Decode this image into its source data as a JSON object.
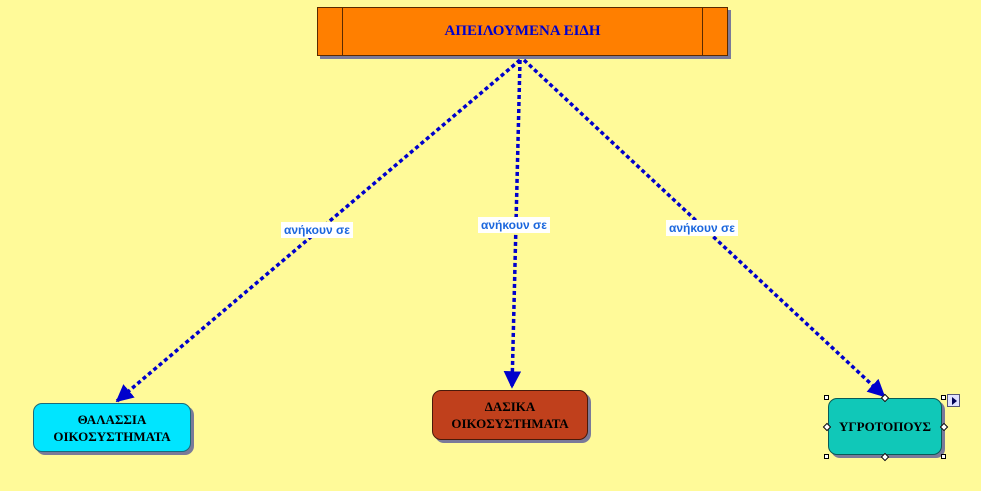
{
  "root": {
    "label": "ΑΠΕΙΛΟΥΜΕΝΑ ΕΙΔΗ"
  },
  "edges": [
    {
      "label": "ανήκουν σε"
    },
    {
      "label": "ανήκουν σε"
    },
    {
      "label": "ανήκουν σε"
    }
  ],
  "nodes": [
    {
      "label": "ΘΑΛΑΣΣΙΑ\nΟΙΚΟΣΥΣΤΗΜΑΤΑ"
    },
    {
      "label": "ΔΑΣΙΚΑ\nΟΙΚΟΣΥΣΤΗΜΑΤΑ"
    },
    {
      "label": "ΥΓΡΟΤΟΠΟΥΣ"
    }
  ],
  "colors": {
    "background": "#fffa99",
    "root_fill": "#ff7f00",
    "root_text": "#0000cc",
    "edge": "#0000cc",
    "edge_label_text": "#1a66dd",
    "node1_fill": "#00e5ff",
    "node2_fill": "#c0401c",
    "node3_fill": "#10c8b8"
  }
}
